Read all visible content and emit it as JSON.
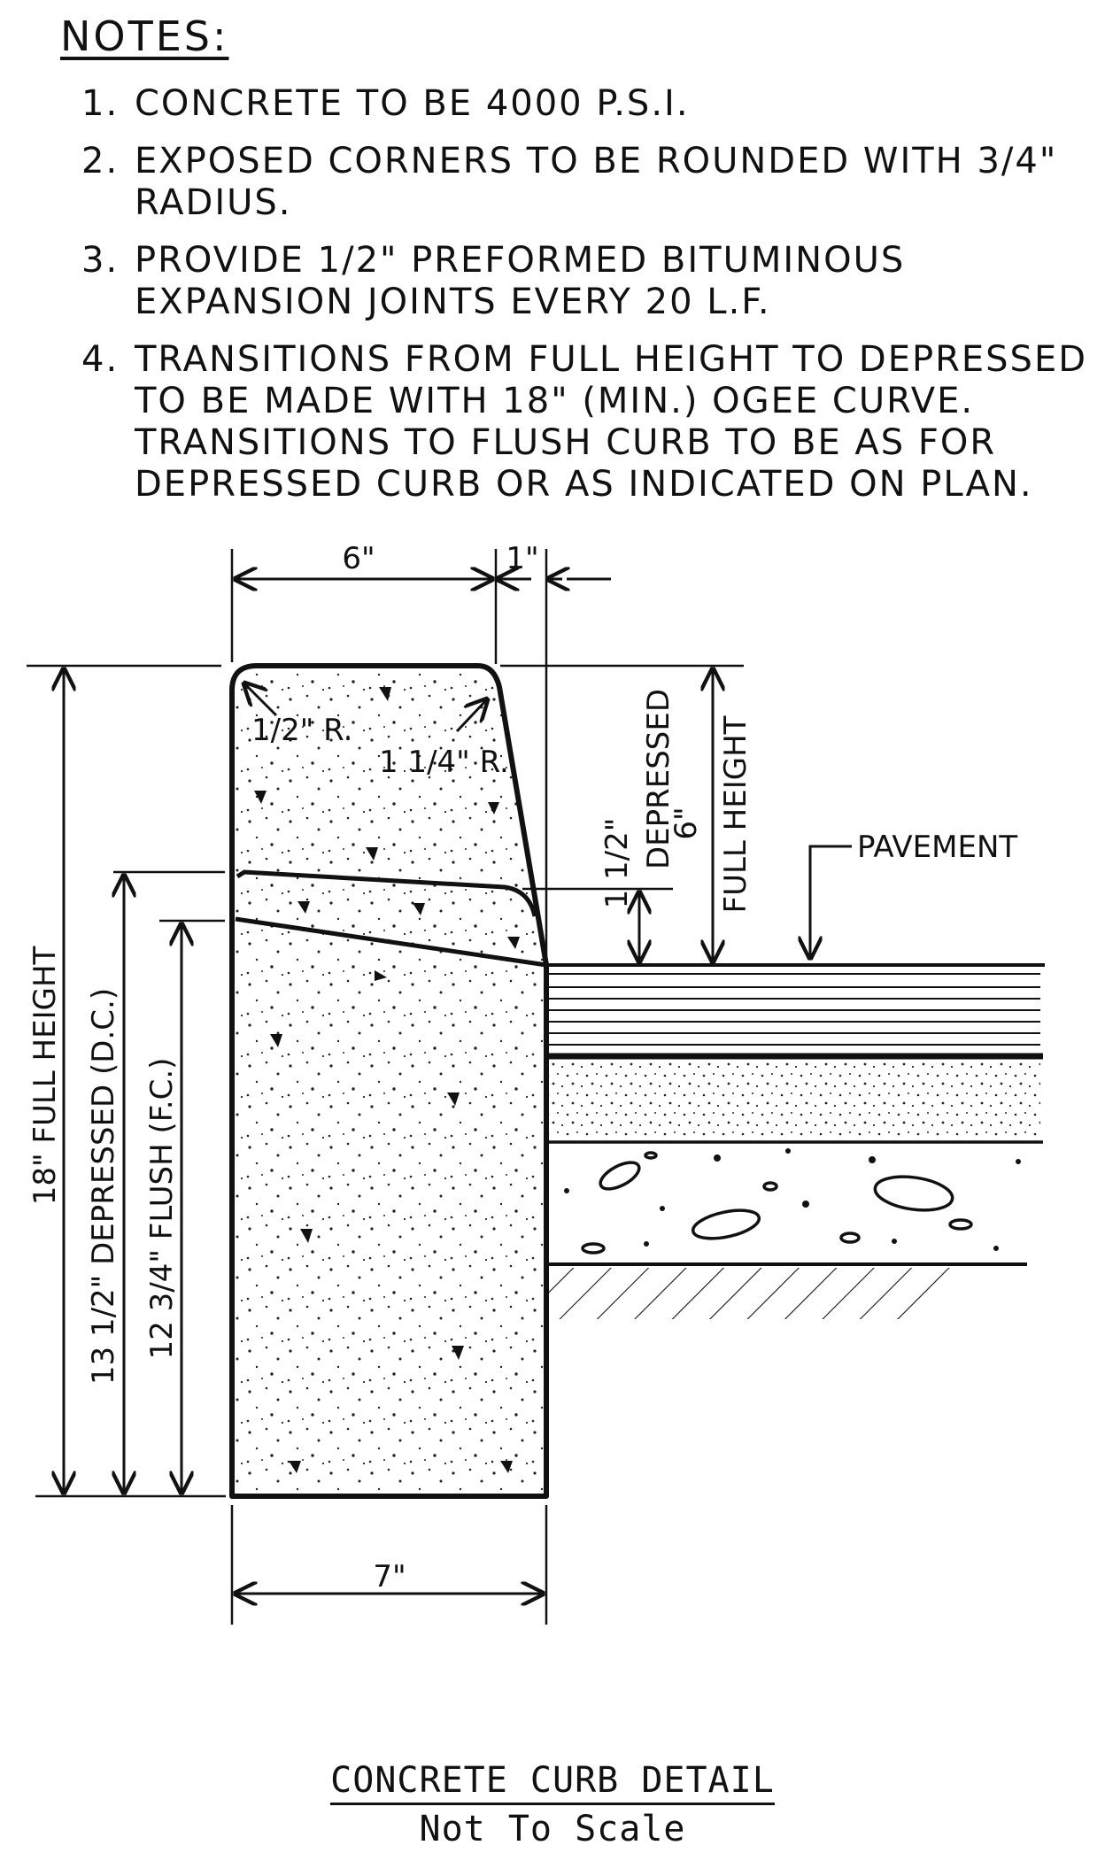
{
  "notes": {
    "heading": "NOTES:",
    "items": [
      {
        "num": "1.",
        "text": "CONCRETE TO BE 4000 P.S.I."
      },
      {
        "num": "2.",
        "text": "EXPOSED CORNERS TO BE ROUNDED WITH 3/4\" RADIUS."
      },
      {
        "num": "3.",
        "text": "PROVIDE 1/2\" PREFORMED BITUMINOUS EXPANSION JOINTS EVERY 20 L.F."
      },
      {
        "num": "4.",
        "text": "TRANSITIONS FROM FULL HEIGHT TO DEPRESSED TO BE MADE WITH 18\" (MIN.) OGEE CURVE. TRANSITIONS TO FLUSH CURB TO BE AS FOR DEPRESSED CURB OR AS INDICATED ON PLAN."
      }
    ]
  },
  "detail": {
    "dim_top_width": "6\"",
    "dim_top_batter": "1\"",
    "dim_bottom_width": "7\"",
    "radius_back": "1/2\" R.",
    "radius_front": "1 1/4\" R.",
    "dim_depressed_reveal": "1 1/2\"",
    "label_depressed": "DEPRESSED",
    "dim_reveal": "6\"",
    "label_full_height": "FULL HEIGHT",
    "pavement_label": "PAVEMENT",
    "dim_full_height": "18\" FULL HEIGHT",
    "dim_depressed": "13 1/2\" DEPRESSED (D.C.)",
    "dim_flush": "12 3/4\" FLUSH (F.C.)"
  },
  "caption": {
    "title": "CONCRETE CURB DETAIL",
    "subtitle": "Not To Scale"
  }
}
